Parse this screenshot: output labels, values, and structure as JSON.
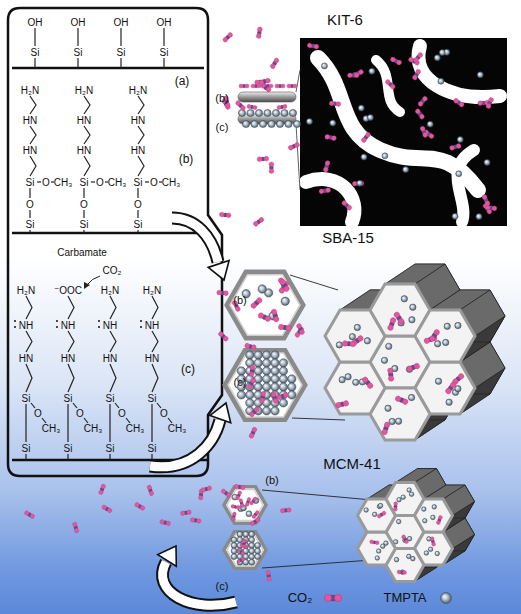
{
  "diagram": {
    "labels": [
      "(a)",
      "(b)",
      "(c)",
      "OH",
      "OH",
      "OH",
      "OH",
      "Si",
      "Si",
      "Si",
      "Si",
      "H₂N",
      "HN",
      "HN",
      "Si",
      "O",
      "CH₃",
      "O",
      "Si",
      "H₂N",
      "HN",
      "HN",
      "Si",
      "O",
      "CH₃",
      "O",
      "Si",
      "H₂N",
      "HN",
      "HN",
      "Si",
      "O",
      "CH₃",
      "O",
      "Si",
      "Carbamate",
      "⁻OOC",
      "CO₂",
      "H₂N",
      "NH",
      "HN",
      "Si",
      "O",
      "CH₃",
      "Si",
      "NH",
      "HN",
      "Si",
      "O",
      "CH₃",
      "Si",
      "H₂N",
      "NH",
      "HN",
      "Si",
      "O",
      "CH₃",
      "Si",
      "H₂N",
      "NH",
      "HN",
      "Si",
      "O",
      "CH₃",
      "Si",
      "KIT-6",
      "(b)",
      "(c)",
      "SBA-15",
      "(b)",
      "(c)",
      "MCM-41",
      "(b)",
      "(c)"
    ],
    "legend": [
      {
        "text": "CO₂"
      },
      {
        "text": "TMPTA"
      }
    ]
  }
}
